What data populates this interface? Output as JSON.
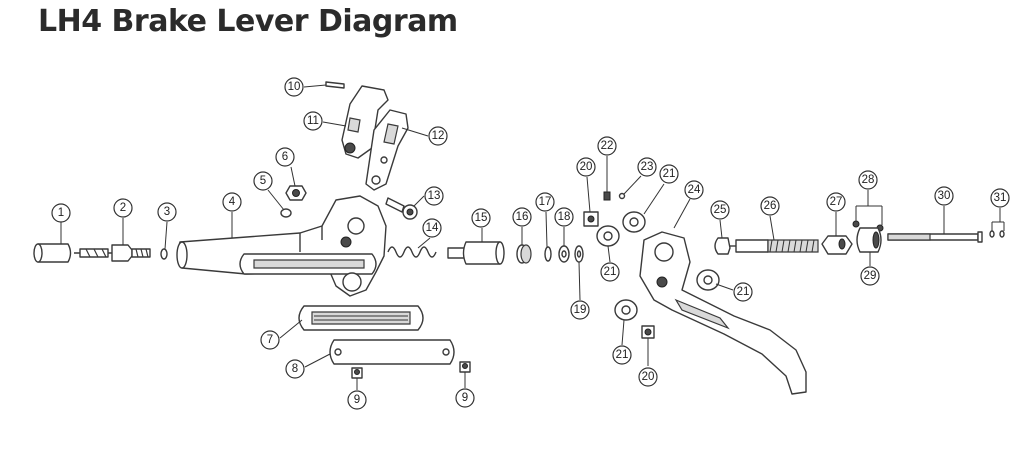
{
  "title": "LH4 Brake Lever Diagram",
  "callouts": [
    {
      "id": "c1",
      "label": "1"
    },
    {
      "id": "c2",
      "label": "2"
    },
    {
      "id": "c3",
      "label": "3"
    },
    {
      "id": "c4",
      "label": "4"
    },
    {
      "id": "c5",
      "label": "5"
    },
    {
      "id": "c6",
      "label": "6"
    },
    {
      "id": "c7",
      "label": "7"
    },
    {
      "id": "c8",
      "label": "8"
    },
    {
      "id": "c9a",
      "label": "9"
    },
    {
      "id": "c9b",
      "label": "9"
    },
    {
      "id": "c10",
      "label": "10"
    },
    {
      "id": "c11",
      "label": "11"
    },
    {
      "id": "c12",
      "label": "12"
    },
    {
      "id": "c13",
      "label": "13"
    },
    {
      "id": "c14",
      "label": "14"
    },
    {
      "id": "c15",
      "label": "15"
    },
    {
      "id": "c16",
      "label": "16"
    },
    {
      "id": "c17",
      "label": "17"
    },
    {
      "id": "c18",
      "label": "18"
    },
    {
      "id": "c19",
      "label": "19"
    },
    {
      "id": "c20a",
      "label": "20"
    },
    {
      "id": "c20b",
      "label": "20"
    },
    {
      "id": "c21a",
      "label": "21"
    },
    {
      "id": "c21b",
      "label": "21"
    },
    {
      "id": "c21c",
      "label": "21"
    },
    {
      "id": "c21d",
      "label": "21"
    },
    {
      "id": "c22",
      "label": "22"
    },
    {
      "id": "c23",
      "label": "23"
    },
    {
      "id": "c24",
      "label": "24"
    },
    {
      "id": "c25",
      "label": "25"
    },
    {
      "id": "c26",
      "label": "26"
    },
    {
      "id": "c27",
      "label": "27"
    },
    {
      "id": "c28",
      "label": "28"
    },
    {
      "id": "c29",
      "label": "29"
    },
    {
      "id": "c30",
      "label": "30"
    },
    {
      "id": "c31",
      "label": "31"
    }
  ]
}
